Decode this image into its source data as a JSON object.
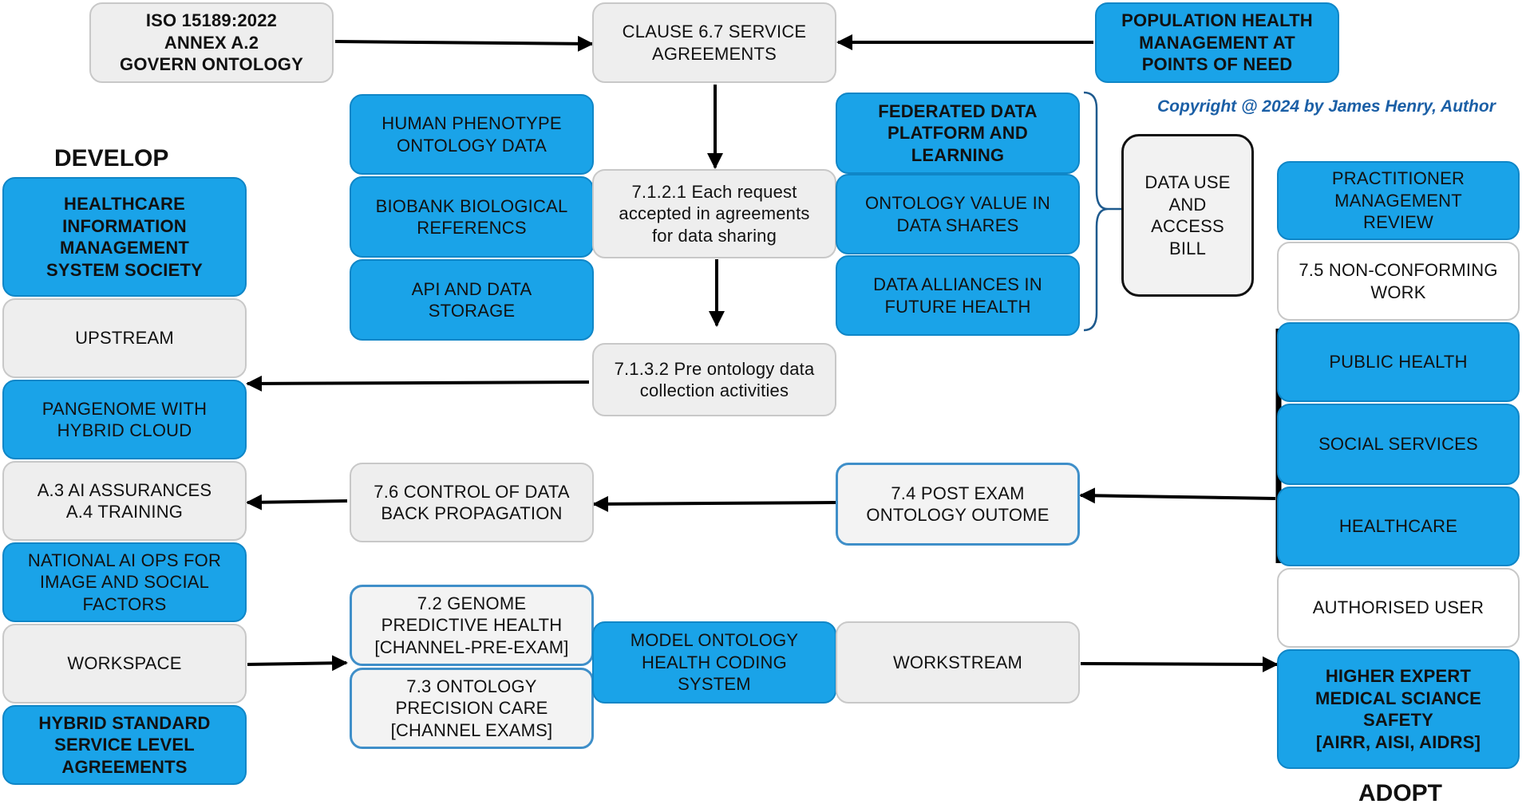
{
  "labels": {
    "develop": "DEVELOP",
    "adopt": "ADOPT",
    "copyright": "Copyright @ 2024 by James Henry, Author"
  },
  "top": {
    "iso": "ISO 15189:2022\nANNEX A.2\nGOVERN ONTOLOGY",
    "clause": "CLAUSE 6.7 SERVICE\nAGREEMENTS",
    "population": "POPULATION HEALTH\nMANAGEMENT AT\nPOINTS OF NEED"
  },
  "left_column": [
    "HEALTHCARE\nINFORMATION\nMANAGEMENT\nSYSTEM SOCIETY",
    "UPSTREAM",
    "PANGENOME WITH\nHYBRID CLOUD",
    "A.3 AI ASSURANCES\nA.4 TRAINING",
    "NATIONAL AI OPS FOR\nIMAGE AND SOCIAL\nFACTORS",
    "WORKSPACE",
    "HYBRID STANDARD\nSERVICE LEVEL\nAGREEMENTS"
  ],
  "center_left_stack": [
    "HUMAN PHENOTYPE\nONTOLOGY DATA",
    "BIOBANK BIOLOGICAL\nREFERENCS",
    "API AND DATA\nSTORAGE"
  ],
  "center_flow": {
    "request": "7.1.2.1 Each request\naccepted in agreements\nfor data sharing",
    "pre_ontology": "7.1.3.2 Pre ontology data\ncollection activities",
    "control": "7.6 CONTROL OF DATA\nBACK PROPAGATION",
    "post_exam": "7.4 POST EXAM\nONTOLOGY OUTOME",
    "genome": "7.2 GENOME\nPREDICTIVE HEALTH\n[CHANNEL-PRE-EXAM]",
    "precision": "7.3 ONTOLOGY\nPRECISION CARE\n[CHANNEL EXAMS]",
    "model": "MODEL ONTOLOGY\nHEALTH CODING\nSYSTEM",
    "workstream": "WORKSTREAM"
  },
  "center_right_stack": [
    "FEDERATED DATA\nPLATFORM AND\nLEARNING",
    "ONTOLOGY VALUE IN\nDATA SHARES",
    "DATA ALLIANCES IN\nFUTURE HEALTH"
  ],
  "data_use_bill": "DATA USE\nAND\nACCESS\nBILL",
  "right_column": [
    "PRACTITIONER\nMANAGEMENT\nREVIEW",
    "7.5 NON-CONFORMING\nWORK",
    "PUBLIC HEALTH",
    "SOCIAL SERVICES",
    "HEALTHCARE",
    "AUTHORISED USER",
    "HIGHER EXPERT\nMEDICAL SCIANCE\nSAFETY\n[AIRR, AISI, AIDRS]"
  ],
  "colors": {
    "blue_fill": "#1aa3e8",
    "gray_fill": "#eeeeee",
    "outline_blue": "#3f8fc9",
    "copyright_text": "#1b5fa6"
  }
}
